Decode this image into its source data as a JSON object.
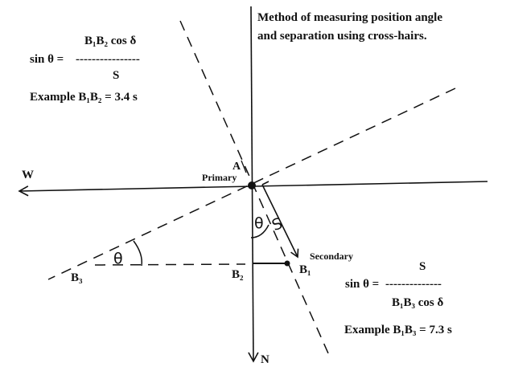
{
  "title": {
    "line1": "Method of measuring position angle",
    "line2": "and separation using cross-hairs."
  },
  "formula_left": {
    "numerator": "B₁B₂  cos δ",
    "lhs": "sin θ = ",
    "bar": "----------------",
    "denominator": "S",
    "example": "Example B₁B₂ = 3.4 s"
  },
  "formula_right": {
    "numerator": "S",
    "lhs": "sin θ = ",
    "bar": "--------------",
    "denominator": "B₁B₃ cos δ",
    "example": "Example B₁B₃ = 7.3 s"
  },
  "labels": {
    "west": "W",
    "north": "N",
    "a": "A",
    "primary": "Primary",
    "secondary": "Secondary",
    "b1": "B₁",
    "b2": "B₂",
    "b3": "B₃",
    "theta": "θ",
    "s": "S"
  }
}
